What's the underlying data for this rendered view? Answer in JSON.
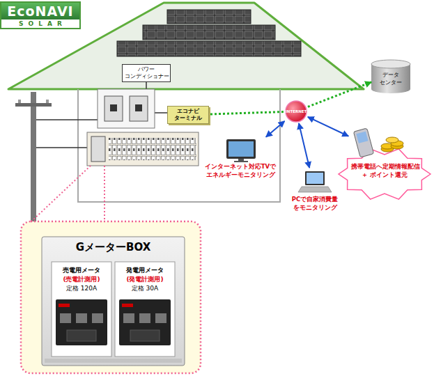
{
  "diagram": {
    "nodes": [
      {
        "text": [
          "EcoNAVI",
          "SOLAR"
        ]
      },
      {
        "text": [
          "パワー コンディショナー"
        ]
      },
      {
        "text": [
          "データ センター"
        ]
      },
      {
        "text": [
          "エコナビ ターミナル"
        ]
      },
      {
        "text": [
          "INTERNET"
        ]
      },
      {
        "text": [
          "インターネット対応TVで エネルギーモニタリング"
        ]
      },
      {
        "text": [
          "携帯電話へ定期情報配信 ＋ ポイント還元"
        ]
      },
      {
        "text": [
          "PCで自家消費量 をモニタリング"
        ]
      },
      {
        "text": [
          "GメーターBOX"
        ]
      },
      {
        "text": [
          "売電用メータ",
          "(売電計測用)",
          "定格 120A"
        ],
        "in": 8
      },
      {
        "text": [
          "発電用メータ",
          "(発電計測用)",
          "定格 30A"
        ],
        "in": 8
      }
    ],
    "edges": [
      {
        "from": 3,
        "to": 4,
        "arrow": "none"
      },
      {
        "from": 4,
        "to": 2,
        "arrow": "to"
      },
      {
        "from": 4,
        "to": 5,
        "arrow": "both"
      },
      {
        "from": 4,
        "to": 7,
        "arrow": "both"
      },
      {
        "from": 4,
        "to": 6,
        "arrow": "both"
      }
    ]
  }
}
